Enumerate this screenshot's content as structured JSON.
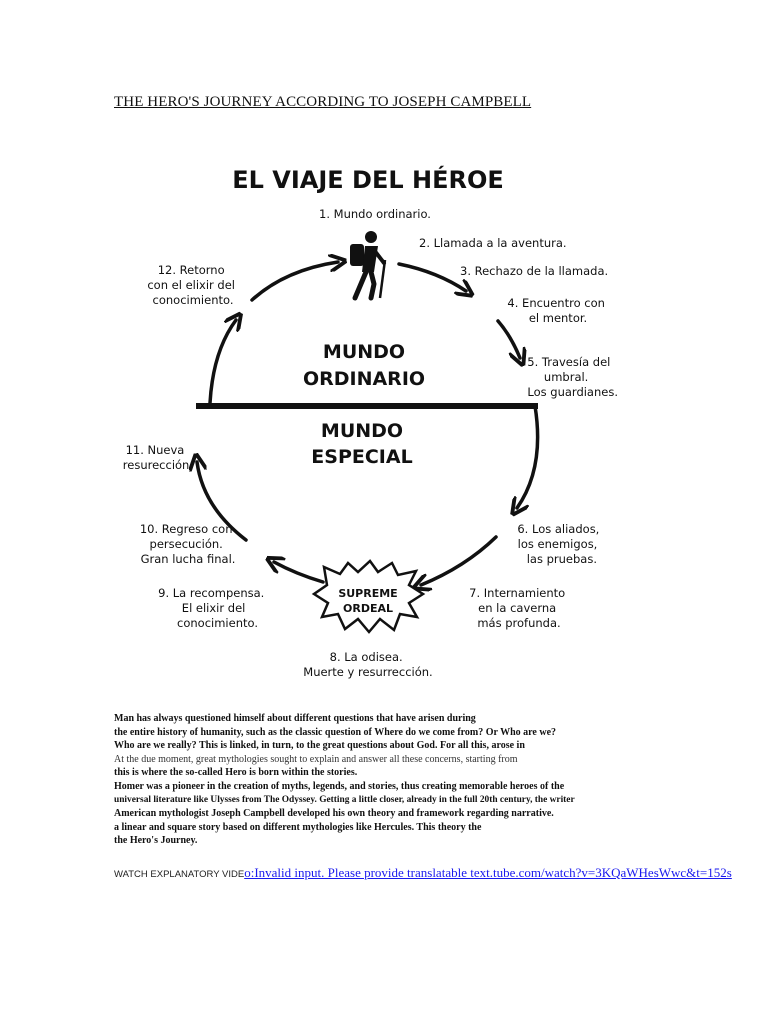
{
  "heading": "THE HERO'S JOURNEY ACCORDING TO JOSEPH CAMPBELL",
  "diagram": {
    "title": "EL VIAJE DEL HÉROE",
    "upper_world": [
      "MUNDO",
      "ORDINARIO"
    ],
    "lower_world": [
      "MUNDO",
      "ESPECIAL"
    ],
    "ordeal_badge": [
      "SUPREME",
      "ORDEAL"
    ],
    "hiker_icon": "hiker-icon",
    "stages": [
      {
        "lines": [
          "1. Mundo ordinario."
        ]
      },
      {
        "lines": [
          "2. Llamada a la aventura."
        ]
      },
      {
        "lines": [
          "3. Rechazo de la llamada."
        ]
      },
      {
        "lines": [
          "4. Encuentro con",
          "el mentor."
        ]
      },
      {
        "lines": [
          "5. Travesía del",
          "umbral.",
          "Los guardianes."
        ]
      },
      {
        "lines": [
          "6. Los aliados,",
          "los enemigos,",
          "las pruebas."
        ]
      },
      {
        "lines": [
          "7. Internamiento",
          "en la caverna",
          "más profunda."
        ]
      },
      {
        "lines": [
          "8. La odisea.",
          "Muerte y resurrección."
        ]
      },
      {
        "lines": [
          "9. La recompensa.",
          "El elixir del",
          "conocimiento."
        ]
      },
      {
        "lines": [
          "10. Regreso con",
          "persecución.",
          "Gran lucha final."
        ]
      },
      {
        "lines": [
          "11. Nueva",
          "resurección."
        ]
      },
      {
        "lines": [
          "12. Retorno",
          "con el elixir del",
          "conocimiento."
        ]
      }
    ]
  },
  "body_lines": [
    "Man has always questioned himself about different questions that have arisen during",
    "the entire history of humanity, such as the classic question of Where do we come from? Or Who are we?",
    "Who are we really? This is linked, in turn, to the great questions about God. For all this, arose in",
    "At the due moment, great mythologies sought to explain and answer all these concerns, starting from",
    "this is where the so-called Hero is born within the stories.",
    "Homer was a pioneer in the creation of myths, legends, and stories, thus creating memorable heroes of the",
    "universal literature like Ulysses from The Odyssey. Getting a little closer, already in the full 20th century, the writer",
    "American mythologist Joseph Campbell developed his own theory and framework regarding narrative.",
    "a linear and square story based on different mythologies like Hercules. This theory the",
    "the Hero's Journey."
  ],
  "video": {
    "label": "WATCH EXPLANATORY VIDE",
    "link_text": "o:Invalid input. Please provide translatable text.tube.com/watch?v=3KQaWHesWwc&t=152s"
  }
}
